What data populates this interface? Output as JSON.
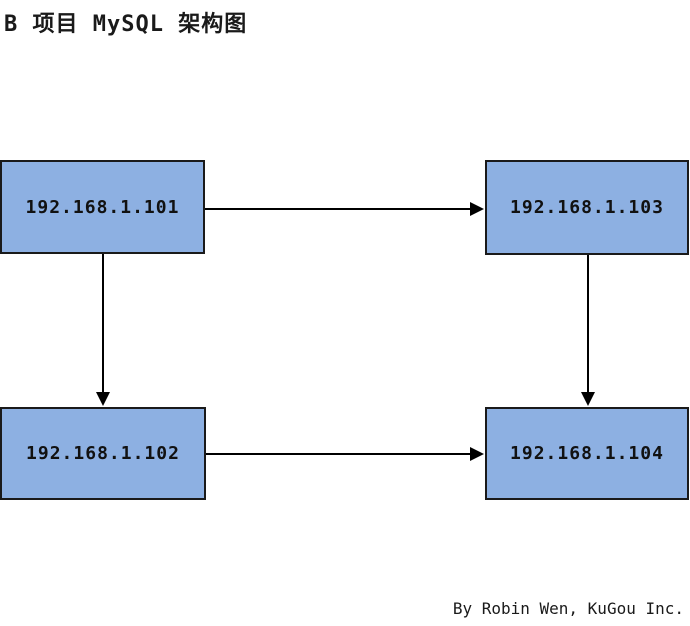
{
  "title": "B 项目 MySQL 架构图",
  "credit": "By Robin Wen, KuGou Inc.",
  "colors": {
    "node_fill": "#8DB0E2",
    "node_border": "#1A1A1A",
    "arrow": "#000000",
    "background": "#FFFFFF"
  },
  "diagram": {
    "nodes": [
      {
        "id": "node-101",
        "label": "192.168.1.101",
        "position": "top-left"
      },
      {
        "id": "node-103",
        "label": "192.168.1.103",
        "position": "top-right"
      },
      {
        "id": "node-102",
        "label": "192.168.1.102",
        "position": "bottom-left"
      },
      {
        "id": "node-104",
        "label": "192.168.1.104",
        "position": "bottom-right"
      }
    ],
    "edges": [
      {
        "from": "192.168.1.101",
        "to": "192.168.1.103",
        "direction": "right"
      },
      {
        "from": "192.168.1.101",
        "to": "192.168.1.102",
        "direction": "down"
      },
      {
        "from": "192.168.1.103",
        "to": "192.168.1.104",
        "direction": "down"
      },
      {
        "from": "192.168.1.102",
        "to": "192.168.1.104",
        "direction": "right"
      }
    ]
  }
}
